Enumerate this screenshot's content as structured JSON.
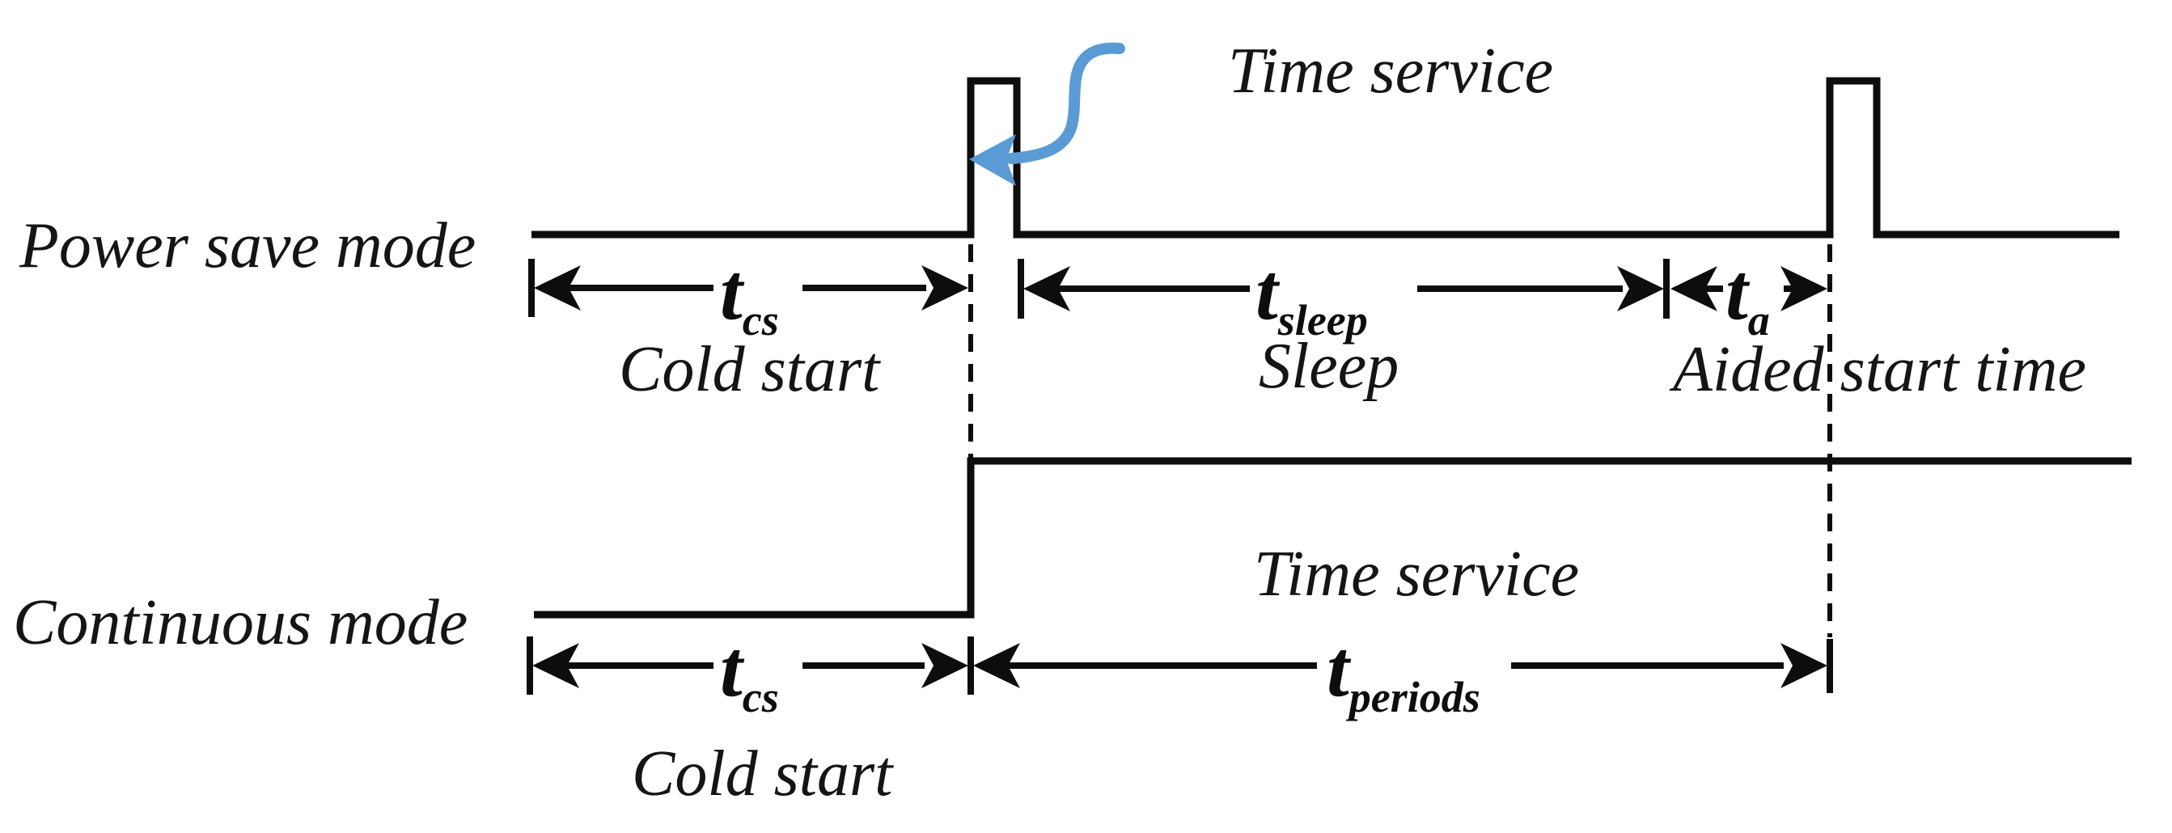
{
  "figure_type": "timing-diagram",
  "rows": {
    "power_save_label": "Power save mode",
    "continuous_label": "Continuous mode"
  },
  "labels": {
    "cold_start_top": "Cold start",
    "sleep": "Sleep",
    "aided_start_time": "Aided start time",
    "time_service_top": "Time service",
    "time_service_bottom": "Time service",
    "cold_start_bottom": "Cold start"
  },
  "dims": {
    "tcs_top": {
      "base": "t",
      "sub": "cs"
    },
    "tsleep": {
      "base": "t",
      "sub": "sleep"
    },
    "ta": {
      "base": "t",
      "sub": "a"
    },
    "tcs_bottom": {
      "base": "t",
      "sub": "cs"
    },
    "tperiods": {
      "base": "t",
      "sub": "periods"
    }
  },
  "colors": {
    "line": "#0d0d0d",
    "text": "#151515",
    "callout": "#5b9bd5"
  }
}
